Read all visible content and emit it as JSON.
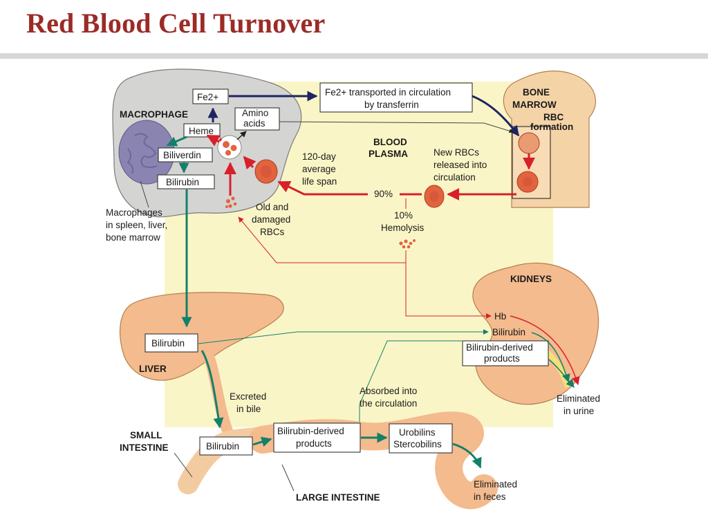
{
  "title": "Red Blood Cell Turnover",
  "colors": {
    "title": "#9b2b27",
    "plasma_background": "#faf5c6",
    "macrophage": "#d4d4d2",
    "nucleus": "#8a84b0",
    "bone": "#f4d3a7",
    "organ": "#f3bb8e",
    "rbc": "#e2643f",
    "heme_pathway_arrow": "#12806a",
    "rbc_pathway_arrow": "#d81f2a",
    "iron_arrow": "#1d2463"
  },
  "labels": {
    "macrophage": "MACROPHAGE",
    "fe_ion": "Fe2+",
    "amino_acids": [
      "Amino",
      "acids"
    ],
    "heme": "Heme",
    "biliverdin": "Biliverdin",
    "bilirubin": "Bilirubin",
    "macrophage_sites": [
      "Macrophages",
      "in spleen, liver,",
      "bone marrow"
    ],
    "fe_transport": [
      "Fe2+ transported in circulation",
      "by transferrin"
    ],
    "bone_marrow": [
      "BONE",
      "MARROW"
    ],
    "rbc_formation": [
      "RBC",
      "formation"
    ],
    "blood_plasma": [
      "BLOOD",
      "PLASMA"
    ],
    "life_span": [
      "120-day",
      "average",
      "life span"
    ],
    "new_rbcs": [
      "New RBCs",
      "released into",
      "circulation"
    ],
    "ninety_percent": "90%",
    "ten_percent_hemolysis": [
      "10%",
      "Hemolysis"
    ],
    "old_damaged": [
      "Old and",
      "damaged",
      "RBCs"
    ],
    "kidneys": "KIDNEYS",
    "hb": "Hb",
    "kidney_bilirubin": "Bilirubin",
    "kidney_bilirubin_products": [
      "Bilirubin-derived",
      "products"
    ],
    "eliminated_urine": [
      "Eliminated",
      "in urine"
    ],
    "liver": "LIVER",
    "liver_bilirubin": "Bilirubin",
    "excreted_bile": [
      "Excreted",
      "in bile"
    ],
    "absorbed": [
      "Absorbed into",
      "the circulation"
    ],
    "small_intestine": [
      "SMALL",
      "INTESTINE"
    ],
    "intestine_bilirubin": "Bilirubin",
    "intestine_bilirubin_products": [
      "Bilirubin-derived",
      "products"
    ],
    "urobilins": [
      "Urobilins",
      "Stercobilins"
    ],
    "eliminated_feces": [
      "Eliminated",
      "in feces"
    ],
    "large_intestine": "LARGE INTESTINE"
  }
}
